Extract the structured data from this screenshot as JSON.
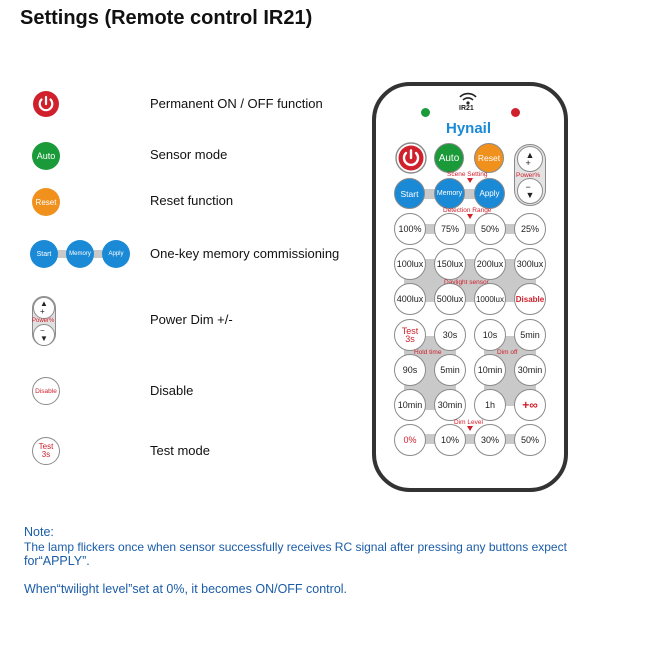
{
  "title": "Settings (Remote control IR21)",
  "legend": [
    {
      "id": "power",
      "label": "Permanent ON / OFF function"
    },
    {
      "id": "auto",
      "label": "Sensor mode",
      "button": "Auto"
    },
    {
      "id": "reset",
      "label": "Reset function",
      "button": "Reset"
    },
    {
      "id": "memory",
      "label": "One-key memory commissioning",
      "buttons": [
        "Start",
        "Memory",
        "Apply"
      ]
    },
    {
      "id": "dim",
      "label": "Power Dim +/-",
      "caption": "Power%"
    },
    {
      "id": "disable",
      "label": "Disable",
      "button": "Disable"
    },
    {
      "id": "test",
      "label": "Test mode",
      "button_line1": "Test",
      "button_line2": "3s"
    }
  ],
  "remote": {
    "ir_label": "IR21",
    "brand": "Hynail",
    "top_buttons": {
      "auto": "Auto",
      "reset": "Reset",
      "power_caption": "Power%"
    },
    "scene_setting": "Scene Setting",
    "scene_buttons": [
      "Start",
      "Memory",
      "Apply"
    ],
    "detection_range": "Detection Range",
    "detection_buttons": [
      "100%",
      "75%",
      "50%",
      "25%"
    ],
    "lux_row1": [
      "100lux",
      "150lux",
      "200lux",
      "300lux"
    ],
    "daylight_sensor": "Daylight sensor",
    "lux_row2": [
      "400lux",
      "500lux",
      "1000lux",
      "Disable"
    ],
    "time_row1": [
      "30s",
      "10s",
      "5min"
    ],
    "test_line1": "Test",
    "test_line2": "3s",
    "hold_time": "Hold time",
    "dim_off": "Dim off",
    "time_row2": [
      "90s",
      "5min",
      "10min",
      "30min"
    ],
    "time_row3": [
      "10min",
      "30min",
      "1h",
      "+∞"
    ],
    "dim_level": "Dim Level",
    "dim_buttons": [
      "0%",
      "10%",
      "30%",
      "50%"
    ]
  },
  "note": {
    "heading": "Note:",
    "line1": "The lamp flickers once when sensor successfully receives RC signal after pressing any buttons expect",
    "line2": "for“APPLY”.",
    "line3": "When“twilight level”set at 0%, it becomes ON/OFF control."
  },
  "colors": {
    "green": "#1b9a3a",
    "orange": "#f0901d",
    "blue": "#1a8ad6",
    "red": "#d0202c",
    "note": "#1b5ca8"
  }
}
